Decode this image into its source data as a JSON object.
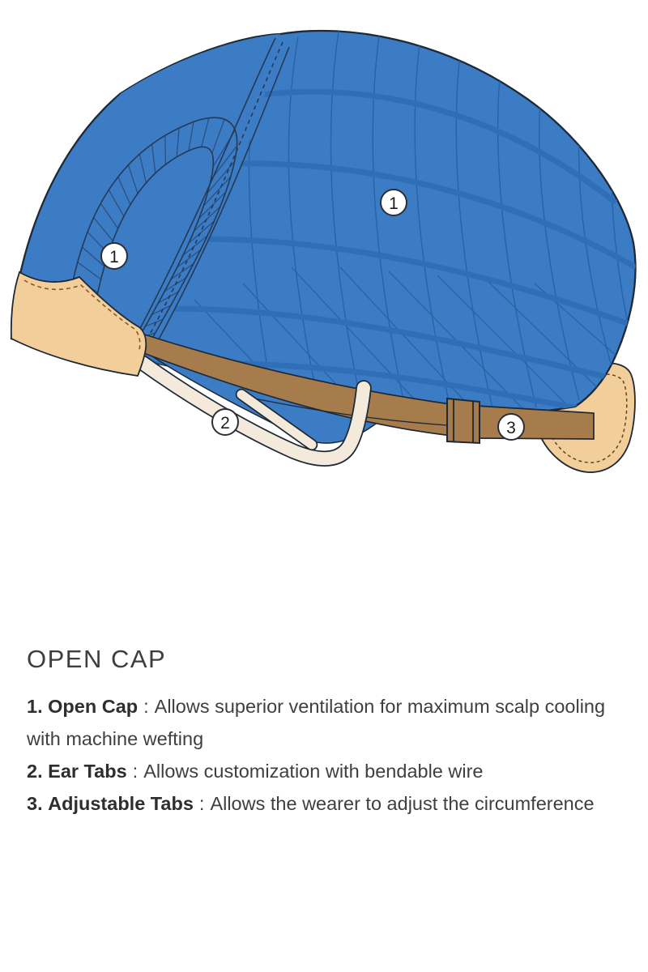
{
  "content": {
    "title": "OPEN CAP",
    "separator": ":",
    "features": [
      {
        "number": "1.",
        "name": "Open Cap",
        "description": "Allows superior ventilation for maximum scalp cooling with machine wefting"
      },
      {
        "number": "2.",
        "name": "Ear Tabs",
        "description": "Allows customization with bendable wire"
      },
      {
        "number": "3.",
        "name": "Adjustable Tabs",
        "description": "Allows the wearer to adjust the circumference"
      }
    ]
  },
  "diagram": {
    "callouts": [
      {
        "label": "1"
      },
      {
        "label": "1"
      },
      {
        "label": "2"
      },
      {
        "label": "3"
      }
    ],
    "colors": {
      "cap_blue": "#3C7CC5",
      "weft_band_blue": "#2E6FB7",
      "mesh_line_blue": "#2A62A6",
      "outline": "#1E2936",
      "lace_tan": "#F2CE9B",
      "tan_stitch_brown": "#8A5A26",
      "ear_tab_cream": "#F3EADB",
      "strap_brown": "#A77C4C"
    }
  }
}
